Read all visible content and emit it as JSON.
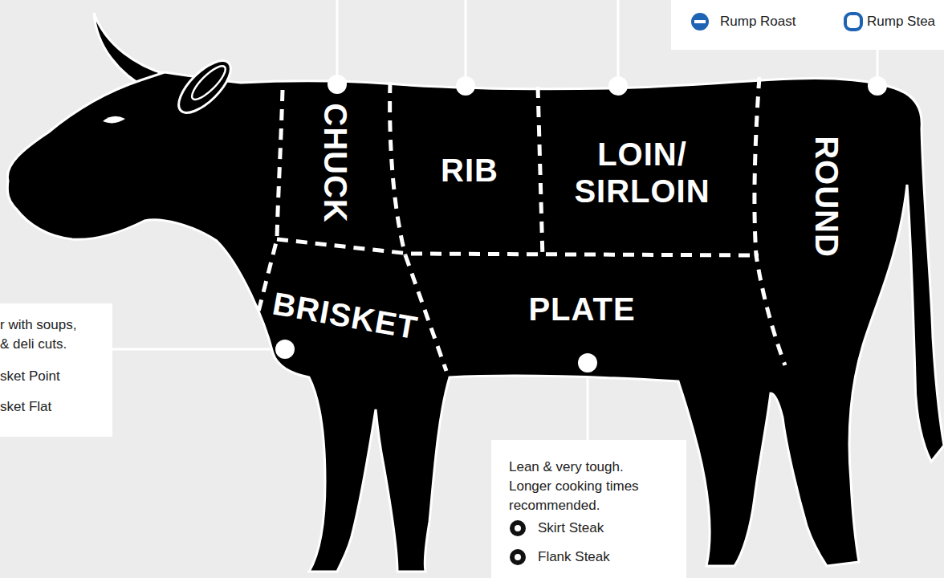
{
  "diagram": {
    "nodes": [
      {
        "text": [
          "Rump Roast",
          "Rump Stea"
        ]
      },
      {
        "text": [
          "r with soups, & deli cuts.",
          "sket Point",
          "sket Flat"
        ]
      },
      {
        "text": [
          "Lean & very tough. Longer cooking times recommended.",
          "Skirt Steak",
          "Flank Steak"
        ]
      }
    ],
    "labels": [
      "CHUCK",
      "RIB",
      "LOIN/ SIRLOIN",
      "ROUND",
      "BRISKET",
      "PLATE"
    ]
  }
}
